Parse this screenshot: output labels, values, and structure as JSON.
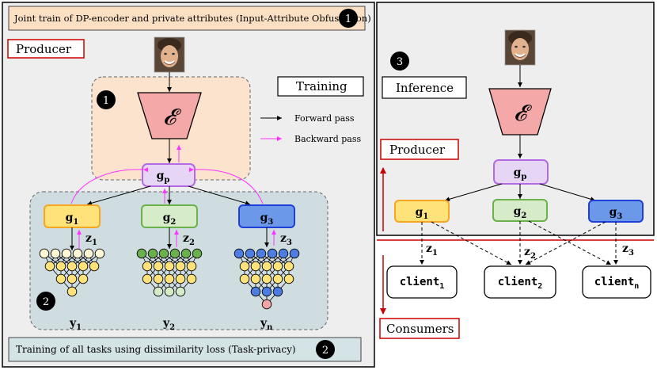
{
  "banner_top": {
    "text": "Joint train of DP-encoder and private attributes (Input-Attribute Obfuscation)",
    "badge": "1"
  },
  "banner_bottom": {
    "text": "Training of all tasks using dissimilarity loss (Task-privacy)",
    "badge": "2"
  },
  "left": {
    "producer_label": "Producer",
    "training_label": "Training",
    "encoder_symbol": "𝓔",
    "badge_encoder": "1",
    "badge_tasks": "2",
    "legend": {
      "forward": "Forward pass",
      "backward": "Backward pass"
    },
    "shared_node": {
      "base": "g",
      "sub": "p"
    },
    "heads": [
      {
        "base": "g",
        "sub": "1",
        "fill": "#ffe27a",
        "stroke": "#f5a623"
      },
      {
        "base": "g",
        "sub": "2",
        "fill": "#d6ecc9",
        "stroke": "#6ab04c"
      },
      {
        "base": "g",
        "sub": "3",
        "fill": "#6b98e8",
        "stroke": "#1f3fd8"
      }
    ],
    "latents": [
      {
        "base": "z",
        "sub": "1"
      },
      {
        "base": "z",
        "sub": "2"
      },
      {
        "base": "z",
        "sub": "3"
      }
    ],
    "outputs": [
      {
        "base": "y",
        "sub": "1"
      },
      {
        "base": "y",
        "sub": "2"
      },
      {
        "base": "y",
        "sub": "n"
      }
    ]
  },
  "right": {
    "badge": "3",
    "inference_label": "Inference",
    "producer_label": "Producer",
    "consumers_label": "Consumers",
    "encoder_symbol": "𝓔",
    "shared_node": {
      "base": "g",
      "sub": "p"
    },
    "heads": [
      {
        "base": "g",
        "sub": "1"
      },
      {
        "base": "g",
        "sub": "2"
      },
      {
        "base": "g",
        "sub": "3"
      }
    ],
    "latents": [
      {
        "base": "z",
        "sub": "1"
      },
      {
        "base": "z",
        "sub": "2"
      },
      {
        "base": "z",
        "sub": "3"
      }
    ],
    "clients": [
      {
        "base": "client",
        "sub": "1"
      },
      {
        "base": "client",
        "sub": "2"
      },
      {
        "base": "client",
        "sub": "n"
      }
    ]
  },
  "colors": {
    "panel_bg": "#eeeeee",
    "encoder_region": "#fbe3cd",
    "tasks_region": "#cfdde0",
    "banner_top": "#fce0c4",
    "banner_bottom": "#d4e3e6",
    "encoder_fill": "#f4a9a8",
    "shared_fill": "#e6d5f5",
    "shared_stroke": "#b36ae2",
    "accent_red": "#cc0000",
    "backward": "#ff33ff",
    "node_yellow": "#ffe27a",
    "node_cream": "#fff8d6",
    "node_green": "#6ab04c",
    "node_lightgreen": "#d6ecc9",
    "node_blue": "#4d7de0",
    "node_pink": "#f4a6a6"
  }
}
